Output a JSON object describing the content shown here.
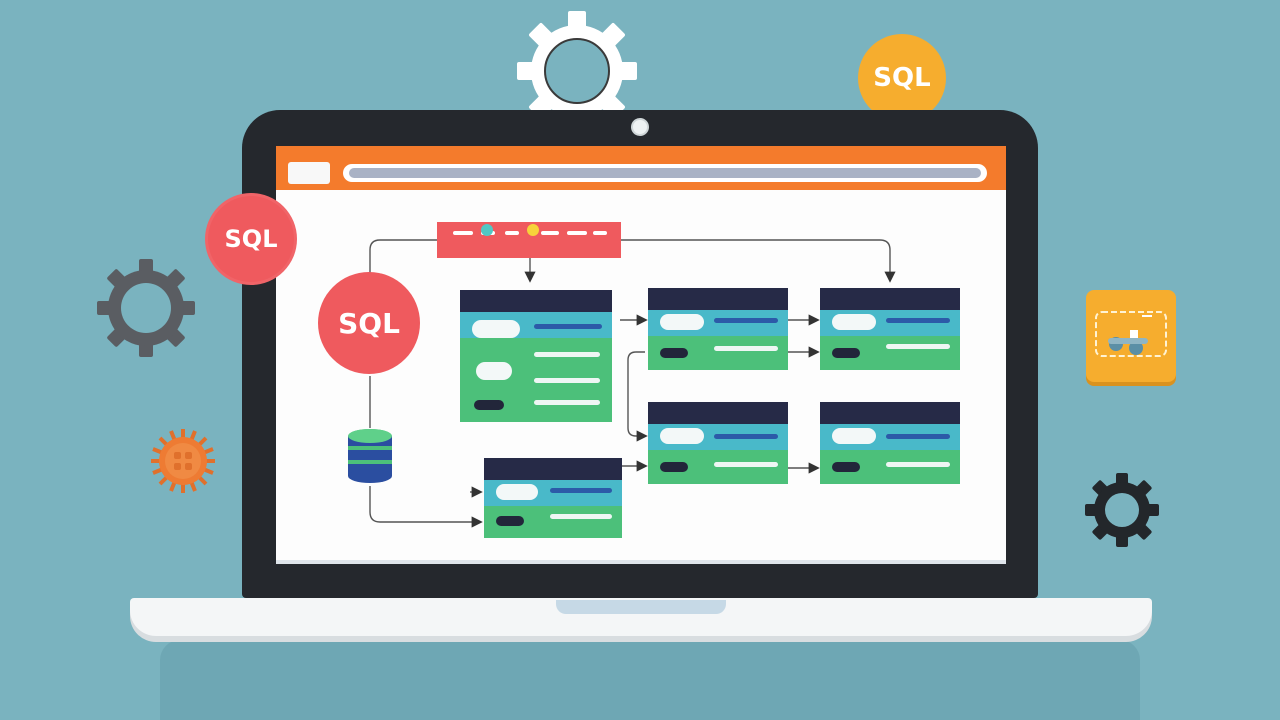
{
  "badges": {
    "sql_top_right": "SQL",
    "sql_left": "SQL",
    "sql_screen": "SQL"
  },
  "colors": {
    "background": "#7ab3bf",
    "browser_bar": "#f47b2c",
    "card_green": "#4cc07a",
    "card_header": "#262a47",
    "accent_red": "#ef5a5e",
    "accent_yellow": "#f6ad2e"
  },
  "icons": {
    "gear_top": "gear-icon",
    "gear_left": "gear-icon",
    "gear_right": "gear-icon",
    "virus": "virus-icon",
    "database": "database-icon",
    "app_tile": "workflow-icon"
  }
}
